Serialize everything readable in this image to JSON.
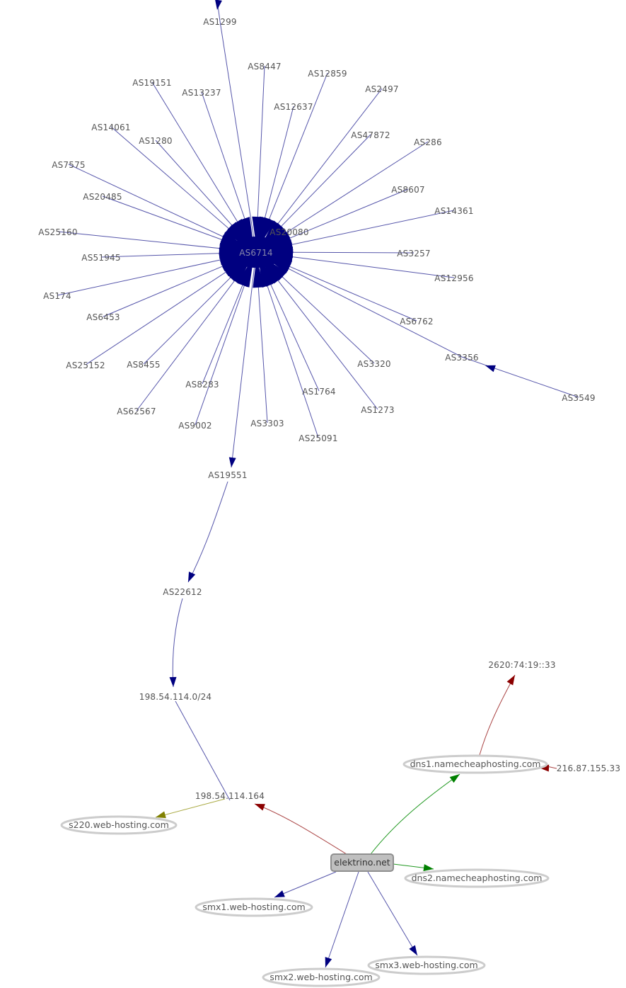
{
  "colors": {
    "as_edge": "#5555aa",
    "as_arrow": "#000080",
    "ip_edge": "#aa4444",
    "ip_arrow": "#8b0000",
    "ns_edge": "#229922",
    "ns_arrow": "#008000",
    "a_edge": "#aaaa44",
    "a_arrow": "#808000"
  },
  "nodes": {
    "as1299": "AS1299",
    "as8447": "AS8447",
    "as19151": "AS19151",
    "as12859": "AS12859",
    "as13237": "AS13237",
    "as2497": "AS2497",
    "as12637": "AS12637",
    "as14061": "AS14061",
    "as47872": "AS47872",
    "as1280": "AS1280",
    "as286": "AS286",
    "as7575": "AS7575",
    "as8607": "AS8607",
    "as20485": "AS20485",
    "as14361": "AS14361",
    "as25160": "AS25160",
    "as20080": "AS20080",
    "as51945": "AS51945",
    "hub": "AS6714",
    "as3257": "AS3257",
    "as12956": "AS12956",
    "as174": "AS174",
    "as6453": "AS6453",
    "as6762": "AS6762",
    "as3356": "AS3356",
    "as25152": "AS25152",
    "as8455": "AS8455",
    "as3320": "AS3320",
    "as3549": "AS3549",
    "as8283": "AS8283",
    "as1764": "AS1764",
    "as62567": "AS62567",
    "as1273": "AS1273",
    "as9002": "AS9002",
    "as3303": "AS3303",
    "as25091": "AS25091",
    "as19551": "AS19551",
    "as22612": "AS22612",
    "prefix": "198.54.114.0/24",
    "ip": "198.54.114.164",
    "ipv6": "2620:74:19::33",
    "ip_dns1": "216.87.155.33"
  },
  "hosts": {
    "dns1": "dns1.namecheaphosting.com",
    "dns2": "dns2.namecheaphosting.com",
    "s220": "s220.web-hosting.com",
    "smx1": "smx1.web-hosting.com",
    "smx2": "smx2.web-hosting.com",
    "smx3": "smx3.web-hosting.com"
  },
  "root": {
    "label": "elektrino.net"
  }
}
